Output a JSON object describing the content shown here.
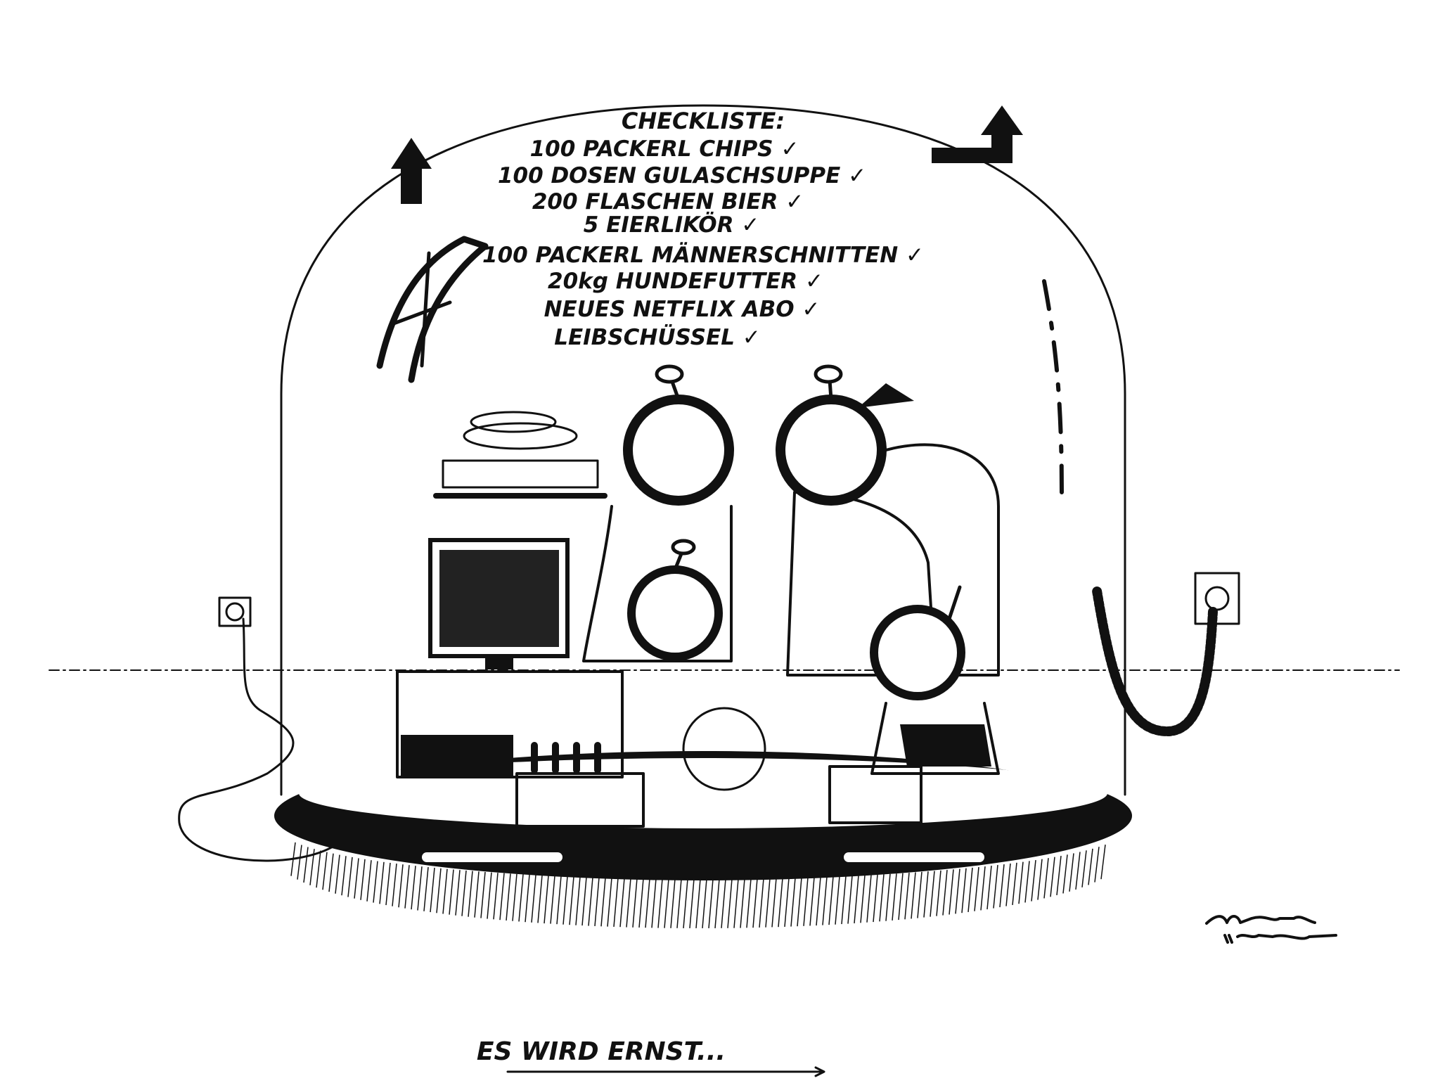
{
  "cartoon": {
    "checklist": {
      "title": "CHECKLISTE:",
      "items": [
        "100 PACKERL CHIPS",
        "100 DOSEN GULASCHSUPPE",
        "200 FLASCHEN BIER",
        "5 EIERLIKÖR",
        "100 PACKERL MÄNNERSCHNITTEN",
        "20kg HUNDEFUTTER",
        "NEUES NETFLIX ABO",
        "LEIBSCHÜSSEL"
      ],
      "check_mark": "✓"
    },
    "caption": "ES WIRD ERNST...",
    "signature": "MAYER HOFER",
    "colors": {
      "ink": "#111111",
      "paper": "#ffffff"
    }
  }
}
